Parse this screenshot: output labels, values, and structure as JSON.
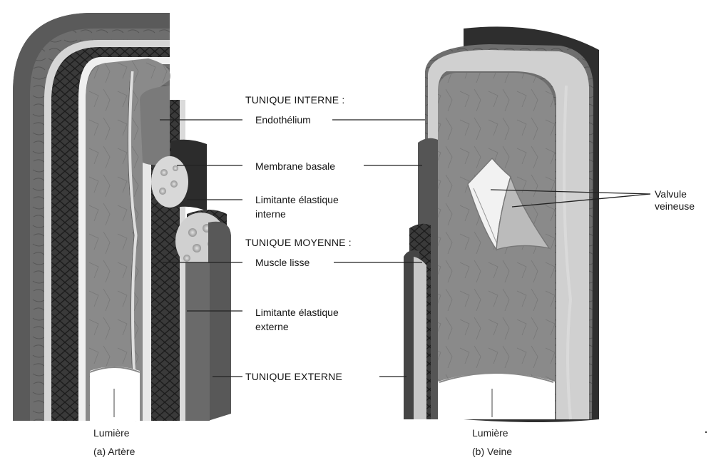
{
  "labels": {
    "tunique_interne": "TUNIQUE INTERNE :",
    "endothelium": "Endothélium",
    "membrane_basale": "Membrane basale",
    "limitante_interne_1": "Limitante élastique",
    "limitante_interne_2": "interne",
    "tunique_moyenne": "TUNIQUE MOYENNE :",
    "muscle_lisse": "Muscle lisse",
    "limitante_externe_1": "Limitante élastique",
    "limitante_externe_2": "externe",
    "tunique_externe": "TUNIQUE EXTERNE",
    "valvule_1": "Valvule",
    "valvule_2": "veineuse"
  },
  "captions": {
    "artery_lumen": "Lumière",
    "artery_title": "(a) Artère",
    "vein_lumen": "Lumière",
    "vein_title": "(b) Veine"
  }
}
